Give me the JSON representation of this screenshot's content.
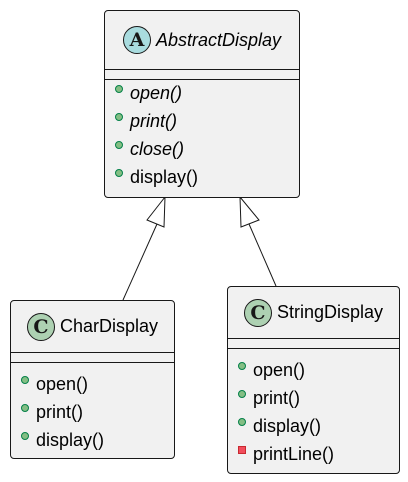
{
  "diagram": {
    "classes": [
      {
        "name": "AbstractDisplay",
        "stereotype_glyph": "A",
        "abstract": true,
        "members": [
          {
            "text": "open()",
            "visibility": "public",
            "abstract": true
          },
          {
            "text": "print()",
            "visibility": "public",
            "abstract": true
          },
          {
            "text": "close()",
            "visibility": "public",
            "abstract": true
          },
          {
            "text": "display()",
            "visibility": "public",
            "abstract": false
          }
        ]
      },
      {
        "name": "CharDisplay",
        "stereotype_glyph": "C",
        "abstract": false,
        "members": [
          {
            "text": "open()",
            "visibility": "public",
            "abstract": false
          },
          {
            "text": "print()",
            "visibility": "public",
            "abstract": false
          },
          {
            "text": "display()",
            "visibility": "public",
            "abstract": false
          }
        ]
      },
      {
        "name": "StringDisplay",
        "stereotype_glyph": "C",
        "abstract": false,
        "members": [
          {
            "text": "open()",
            "visibility": "public",
            "abstract": false
          },
          {
            "text": "print()",
            "visibility": "public",
            "abstract": false
          },
          {
            "text": "display()",
            "visibility": "public",
            "abstract": false
          },
          {
            "text": "printLine()",
            "visibility": "private",
            "abstract": false
          }
        ]
      }
    ],
    "relations": [
      {
        "type": "inheritance",
        "from": "CharDisplay",
        "to": "AbstractDisplay"
      },
      {
        "type": "inheritance",
        "from": "StringDisplay",
        "to": "AbstractDisplay"
      }
    ],
    "colors": {
      "box_fill": "#f1f1f1",
      "border": "#181818",
      "abstract_icon": "#a9dcdf",
      "class_icon": "#add1b2",
      "public_marker": "#84be84",
      "private_marker": "#f24d5c"
    }
  }
}
